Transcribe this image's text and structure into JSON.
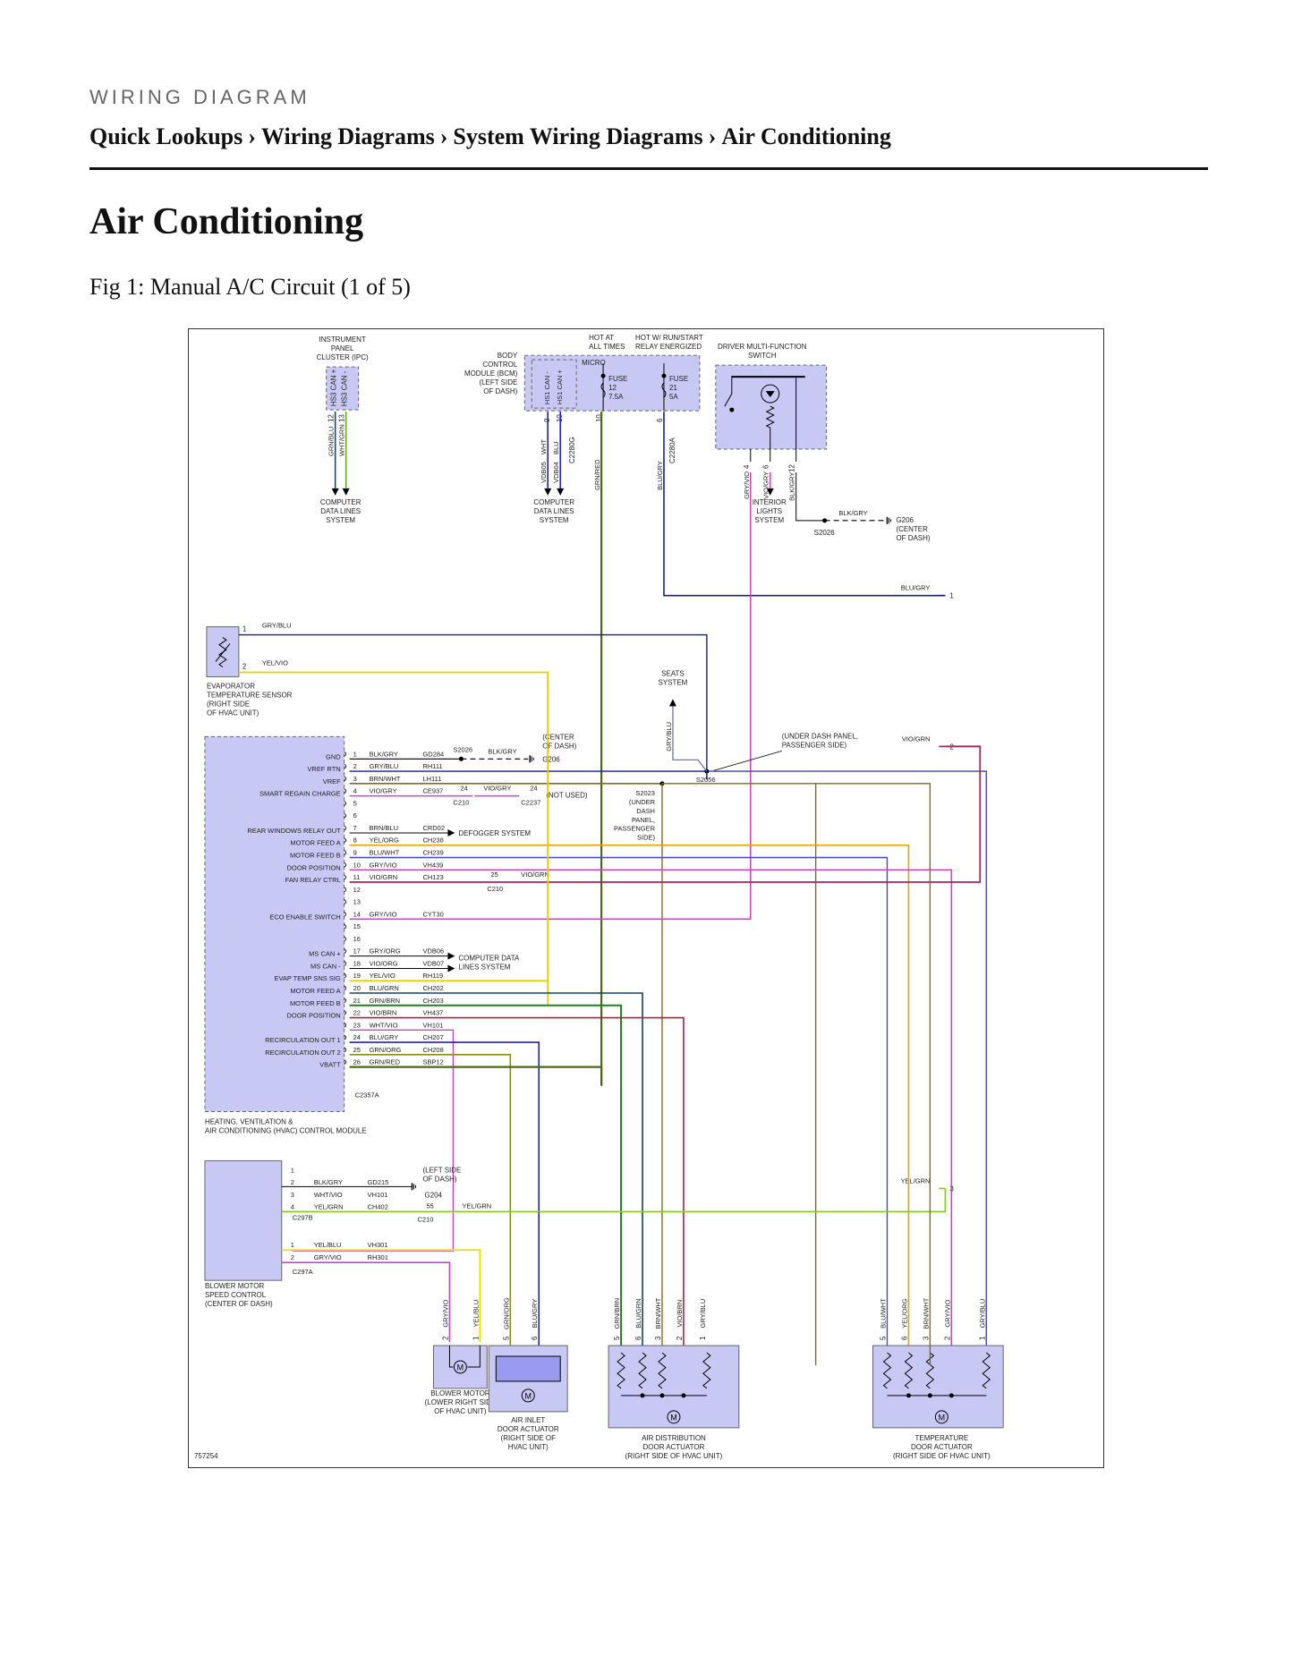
{
  "header": {
    "kicker": "WIRING DIAGRAM",
    "breadcrumbs": [
      "Quick Lookups",
      "Wiring Diagrams",
      "System Wiring Diagrams",
      "Air Conditioning"
    ],
    "separator": "›"
  },
  "page_title": "Air Conditioning",
  "figure_caption": "Fig 1: Manual A/C Circuit (1 of 5)",
  "diagram": {
    "figure_number": "757254",
    "colors": {
      "module_fill": "#c8c8f5",
      "module_stroke": "#666666",
      "GRY/BLU": "#1a1a9a",
      "YEL/VIO": "#e8d000",
      "BLK/GRY": "#333333",
      "BRN/WHT": "#8a6a1a",
      "VIO/GRY": "#cc44cc",
      "YEL/ORG": "#e8a000",
      "BLU/WHT": "#4444cc",
      "GRY/VIO": "#cc44cc",
      "VIO/GRN": "#aa2266",
      "GRN/BLU": "#224466",
      "WHT/GRN": "#66aa22",
      "WHT": "#222288",
      "GRN/RED": "#4a6a10",
      "BLU/GRY": "#1a1a9a",
      "BLU/GRN": "#104466",
      "GRN/BRN": "#208020",
      "VIO/BRN": "#aa2244",
      "WHT/VIO": "#cc44cc",
      "BLU/GRY2": "#2222aa",
      "GRN/ORG": "#8a8a10",
      "YEL/GRN": "#88cc22",
      "YEL/BLU": "#e8e000"
    },
    "modules": {
      "ipc": {
        "label": [
          "INSTRUMENT",
          "PANEL",
          "CLUSTER (IPC)"
        ],
        "pins": [
          "HS3 CAN +",
          "HS3 CAN -"
        ],
        "pin_nums": [
          "12",
          "13"
        ],
        "wires": [
          "GRN/BLU",
          "WHT/GRN"
        ],
        "dest": [
          "COMPUTER",
          "DATA LINES",
          "SYSTEM"
        ]
      },
      "bcm": {
        "label": [
          "BODY",
          "CONTROL",
          "MODULE (BCM)",
          "(LEFT SIDE",
          "OF DASH)"
        ],
        "micro": "MICRO",
        "pins": [
          "HS1 CAN -",
          "HS1 CAN +"
        ],
        "pin_nums": [
          "9",
          "10"
        ],
        "connector": "C2280G",
        "wires": [
          "WHT",
          "BLU"
        ],
        "circuits": [
          "VDB05",
          "VDB04"
        ],
        "dest": [
          "COMPUTER",
          "DATA LINES",
          "SYSTEM"
        ],
        "hot_at": [
          "HOT AT",
          "ALL TIMES"
        ],
        "hot_run": [
          "HOT W/ RUN/START",
          "RELAY ENERGIZED"
        ],
        "fuse1": [
          "FUSE",
          "12",
          "7.5A"
        ],
        "fuse2": [
          "FUSE",
          "21",
          "5A"
        ],
        "fuse1_pin": "10",
        "fuse1_wire": "GRN/RED",
        "fuse2_pin": "6",
        "fuse2_conn": "C2280A",
        "fuse2_wire": "BLU/GRY"
      },
      "dmfs": {
        "label": [
          "DRIVER MULTI-FUNCTION",
          "SWITCH"
        ],
        "pin_nums": [
          "4",
          "6",
          "12"
        ],
        "wires": [
          "GRY/VIO",
          "VIO/GRY",
          "BLK/GRY"
        ],
        "dest": [
          "INTERIOR",
          "LIGHTS",
          "SYSTEM"
        ],
        "splice": "S2026",
        "wire_to_ground": "BLK/GRY",
        "ground": [
          "G206",
          "(CENTER",
          "OF DASH)"
        ]
      },
      "evap_sensor": {
        "label": [
          "EVAPORATOR",
          "TEMPERATURE SENSOR",
          "(RIGHT SIDE",
          "OF HVAC UNIT)"
        ],
        "pins": [
          {
            "num": "1",
            "wire": "GRY/BLU"
          },
          {
            "num": "2",
            "wire": "YEL/VIO"
          }
        ]
      },
      "hvac": {
        "label": [
          "HEATING, VENTILATION &",
          "AIR CONDITIONING (HVAC) CONTROL MODULE"
        ],
        "connector": "C2357A",
        "pins": [
          {
            "num": "1",
            "name": "GND",
            "wire": "BLK/GRY",
            "circuit": "GD284"
          },
          {
            "num": "2",
            "name": "VREF RTN",
            "wire": "GRY/BLU",
            "circuit": "RH111"
          },
          {
            "num": "3",
            "name": "VREF",
            "wire": "BRN/WHT",
            "circuit": "LH111"
          },
          {
            "num": "4",
            "name": "SMART REGAIN CHARGE",
            "wire": "VIO/GRY",
            "circuit": "CE937"
          },
          {
            "num": "5",
            "name": "",
            "wire": "",
            "circuit": ""
          },
          {
            "num": "6",
            "name": "",
            "wire": "",
            "circuit": ""
          },
          {
            "num": "7",
            "name": "REAR WINDOWS RELAY OUT",
            "wire": "BRN/BLU",
            "circuit": "CRD02"
          },
          {
            "num": "8",
            "name": "MOTOR FEED A",
            "wire": "YEL/ORG",
            "circuit": "CH238"
          },
          {
            "num": "9",
            "name": "MOTOR FEED B",
            "wire": "BLU/WHT",
            "circuit": "CH239"
          },
          {
            "num": "10",
            "name": "DOOR POSITION",
            "wire": "GRY/VIO",
            "circuit": "VH439"
          },
          {
            "num": "11",
            "name": "FAN RELAY CTRL",
            "wire": "VIO/GRN",
            "circuit": "CH123"
          },
          {
            "num": "12",
            "name": "",
            "wire": "",
            "circuit": ""
          },
          {
            "num": "13",
            "name": "",
            "wire": "",
            "circuit": ""
          },
          {
            "num": "14",
            "name": "ECO ENABLE SWITCH",
            "wire": "GRY/VIO",
            "circuit": "CYT30"
          },
          {
            "num": "15",
            "name": "",
            "wire": "",
            "circuit": ""
          },
          {
            "num": "16",
            "name": "",
            "wire": "",
            "circuit": ""
          },
          {
            "num": "17",
            "name": "MS CAN +",
            "wire": "GRY/ORG",
            "circuit": "VDB06"
          },
          {
            "num": "18",
            "name": "MS CAN -",
            "wire": "VIO/ORG",
            "circuit": "VDB07"
          },
          {
            "num": "19",
            "name": "EVAP TEMP SNS SIG",
            "wire": "YEL/VIO",
            "circuit": "RH119"
          },
          {
            "num": "20",
            "name": "MOTOR FEED A",
            "wire": "BLU/GRN",
            "circuit": "CH202"
          },
          {
            "num": "21",
            "name": "MOTOR FEED B",
            "wire": "GRN/BRN",
            "circuit": "CH203"
          },
          {
            "num": "22",
            "name": "DOOR POSITION",
            "wire": "VIO/BRN",
            "circuit": "VH437"
          },
          {
            "num": "23",
            "name": "",
            "wire": "WHT/VIO",
            "circuit": "VH101"
          },
          {
            "num": "24",
            "name": "RECIRCULATION OUT 1",
            "wire": "BLU/GRY",
            "circuit": "CH207"
          },
          {
            "num": "25",
            "name": "RECIRCULATION OUT 2",
            "wire": "GRN/ORG",
            "circuit": "CH208"
          },
          {
            "num": "26",
            "name": "VBATT",
            "wire": "GRN/RED",
            "circuit": "SBP12"
          }
        ]
      },
      "blower_ctrl": {
        "label": [
          "BLOWER MOTOR",
          "SPEED CONTROL",
          "(CENTER OF DASH)"
        ],
        "conn_b": "C297B",
        "conn_a": "C297A",
        "pins_b": [
          {
            "num": "1",
            "wire": "",
            "circuit": ""
          },
          {
            "num": "2",
            "wire": "BLK/GRY",
            "circuit": "GD215"
          },
          {
            "num": "3",
            "wire": "WHT/VIO",
            "circuit": "VH101"
          },
          {
            "num": "4",
            "wire": "YEL/GRN",
            "circuit": "CH402"
          }
        ],
        "pins_a": [
          {
            "num": "1",
            "wire": "YEL/BLU",
            "circuit": "VH301"
          },
          {
            "num": "2",
            "wire": "GRY/VIO",
            "circuit": "RH301"
          }
        ]
      },
      "blower_motor": {
        "label": [
          "BLOWER MOTOR",
          "(LOWER RIGHT SIDE",
          "OF HVAC UNIT)"
        ],
        "wires": [
          "GRY/VIO",
          "YEL/BLU"
        ],
        "pins": [
          "2",
          "1"
        ]
      },
      "air_inlet": {
        "label": [
          "AIR INLET",
          "DOOR ACTUATOR",
          "(RIGHT SIDE OF",
          "HVAC UNIT)"
        ],
        "wires": [
          "GRN/ORG",
          "BLU/GRY"
        ],
        "pins": [
          "5",
          "6"
        ]
      },
      "air_dist": {
        "label": [
          "AIR DISTRIBUTION",
          "DOOR ACTUATOR",
          "(RIGHT SIDE OF HVAC UNIT)"
        ],
        "wires": [
          "GRN/BRN",
          "BLU/GRN",
          "BRN/WHT",
          "VIO/BRN",
          "GRY/BLU"
        ],
        "pins": [
          "5",
          "6",
          "3",
          "2",
          "1"
        ]
      },
      "temp_door": {
        "label": [
          "TEMPERATURE",
          "DOOR ACTUATOR",
          "(RIGHT SIDE OF HVAC UNIT)"
        ],
        "wires": [
          "BLU/WHT",
          "YEL/ORG",
          "BRN/WHT",
          "GRY/VIO",
          "GRY/BLU"
        ],
        "pins": [
          "5",
          "6",
          "3",
          "2",
          "1"
        ]
      }
    },
    "labels": {
      "center_of_dash": [
        "(CENTER",
        "OF DASH)"
      ],
      "s2026": "S2026",
      "blk_gry": "BLK/GRY",
      "g206": "G206",
      "c210": "C210",
      "c2237": "C2237",
      "pin24": "24",
      "vio_gry": "VIO/GRY",
      "not_used": "(NOT USED)",
      "defogger": "DEFOGGER SYSTEM",
      "pin25": "25",
      "vio_grn": "VIO/GRN",
      "comp_data": [
        "COMPUTER DATA",
        "LINES SYSTEM"
      ],
      "seats": [
        "SEATS",
        "SYSTEM"
      ],
      "gry_blu": "GRY/BLU",
      "under_dash": [
        "(UNDER DASH PANEL,",
        "PASSENGER SIDE)"
      ],
      "s2056": "S2056",
      "s2023": [
        "S2023",
        "(UNDER",
        "DASH",
        "PANEL,",
        "PASSENGER",
        "SIDE)"
      ],
      "left_side": [
        "(LEFT SIDE",
        "OF DASH)"
      ],
      "g204": "G204",
      "pin55": "55",
      "yel_grn": "YEL/GRN",
      "offpage": [
        {
          "wire": "BLU/GRY",
          "num": "1"
        },
        {
          "wire": "VIO/GRN",
          "num": "2"
        },
        {
          "wire": "YEL/GRN",
          "num": "3"
        }
      ]
    }
  }
}
